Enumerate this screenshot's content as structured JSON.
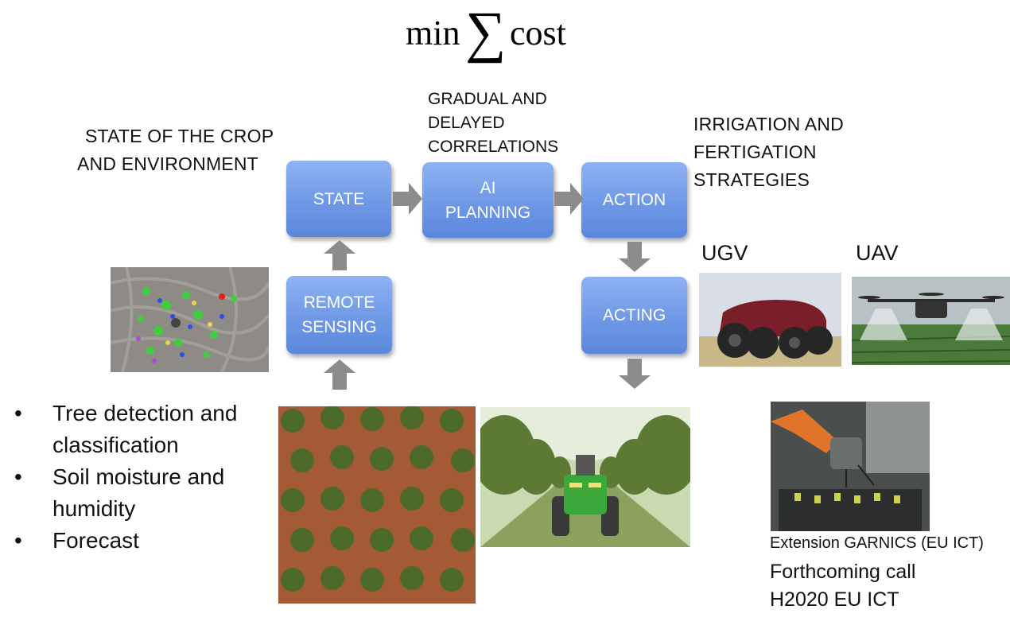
{
  "formula": {
    "min": "min",
    "sigma": "∑",
    "cost": "cost"
  },
  "labels": {
    "state_of_crop": [
      "STATE OF THE CROP",
      "AND ENVIRONMENT"
    ],
    "correlations": [
      "GRADUAL AND",
      "DELAYED",
      "CORRELATIONS"
    ],
    "strategies": [
      "IRRIGATION AND",
      "FERTIGATION",
      "STRATEGIES"
    ],
    "ugv": "UGV",
    "uav": "UAV"
  },
  "boxes": {
    "state": [
      "STATE"
    ],
    "ai_planning": [
      "AI",
      "PLANNING"
    ],
    "action": [
      "ACTION"
    ],
    "remote_sensing": [
      "REMOTE",
      "SENSING"
    ],
    "acting": [
      "ACTING"
    ]
  },
  "bullets": {
    "marker": "•",
    "items": [
      [
        "Tree detection and",
        "classification"
      ],
      [
        "Soil moisture and",
        "humidity"
      ],
      [
        "Forecast"
      ]
    ]
  },
  "garnics": {
    "caption": "Extension GARNICS (EU ICT)",
    "call": [
      "Forthcoming call",
      "H2020 EU ICT"
    ]
  },
  "colors": {
    "box": "#6f98e6",
    "arrow": "#8c8c8c",
    "text": "#111111"
  }
}
